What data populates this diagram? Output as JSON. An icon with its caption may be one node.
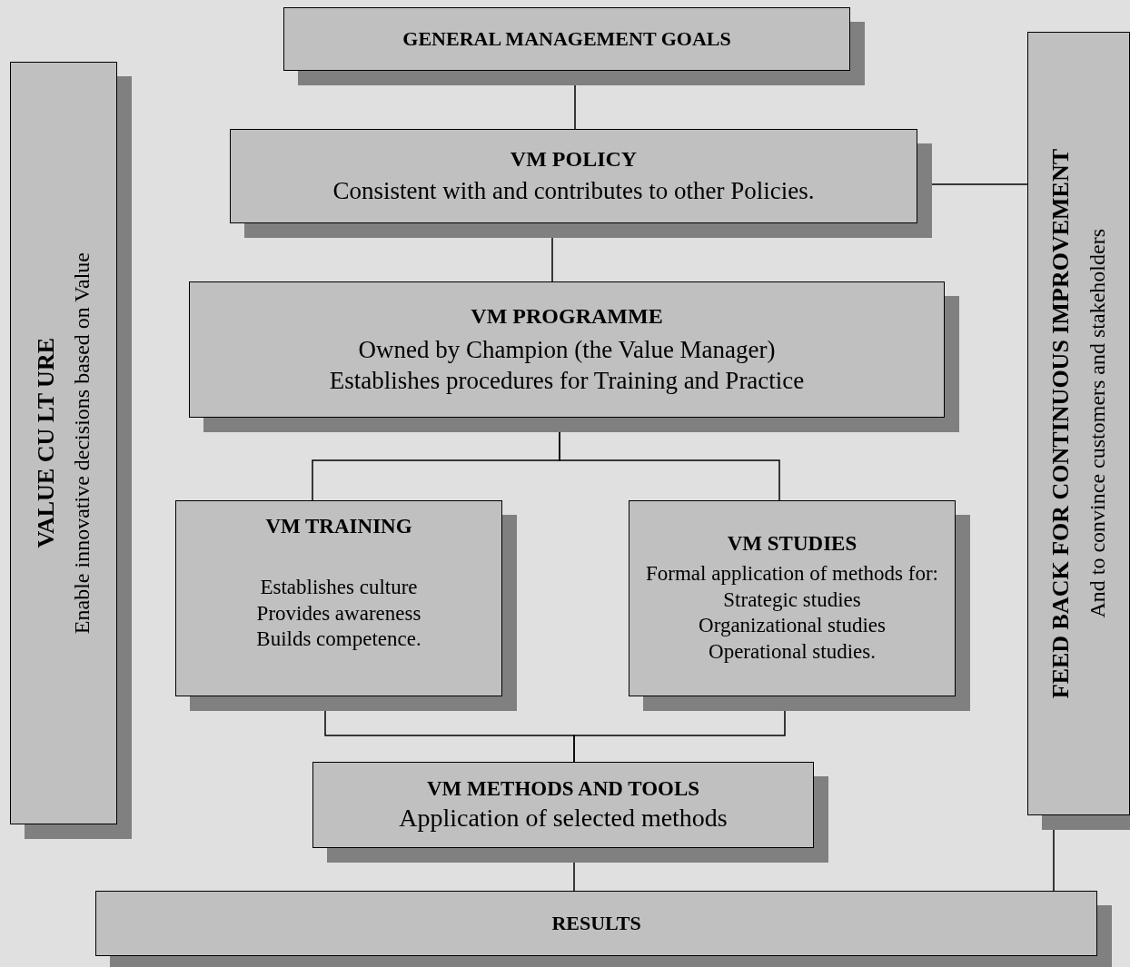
{
  "diagram": {
    "nodes": [
      {
        "text": [
          "GENERAL  MANAGEMENT GOALS"
        ]
      },
      {
        "text": [
          "VM POLICY",
          "Consistent with and contributes to other Policies."
        ]
      },
      {
        "text": [
          "VM PROGRAMME",
          "Owned by Champion (the Value Manager)",
          "Establishes procedures for Training and Practice"
        ]
      },
      {
        "text": [
          "VM TRAINING",
          "Establishes culture",
          "Provides awareness",
          "Builds competence."
        ]
      },
      {
        "text": [
          "VM STUDIES",
          "Formal application of methods for:",
          "Strategic studies",
          "Organizational studies",
          "Operational studies."
        ]
      },
      {
        "text": [
          "VM METHODS AND TOOLS",
          "Application of selected methods"
        ]
      },
      {
        "text": [
          "RESULTS"
        ]
      },
      {
        "text": [
          "VALUE CU LT URE",
          "Enable innovative decisions based on Value"
        ]
      },
      {
        "text": [
          "FEED BACK FOR CONTINUOUS IMPROVEMENT",
          "And  to convince customers and stakeholders"
        ]
      }
    ],
    "edges": [
      {
        "from": 0,
        "to": 1,
        "arrow": "none"
      },
      {
        "from": 1,
        "to": 2,
        "arrow": "none"
      },
      {
        "from": 2,
        "to": 3,
        "arrow": "none"
      },
      {
        "from": 2,
        "to": 4,
        "arrow": "none"
      },
      {
        "from": 3,
        "to": 5,
        "arrow": "none"
      },
      {
        "from": 4,
        "to": 5,
        "arrow": "none"
      },
      {
        "from": 5,
        "to": 6,
        "arrow": "none"
      },
      {
        "from": 1,
        "to": 8,
        "arrow": "none"
      },
      {
        "from": 8,
        "to": 6,
        "arrow": "none"
      }
    ]
  }
}
